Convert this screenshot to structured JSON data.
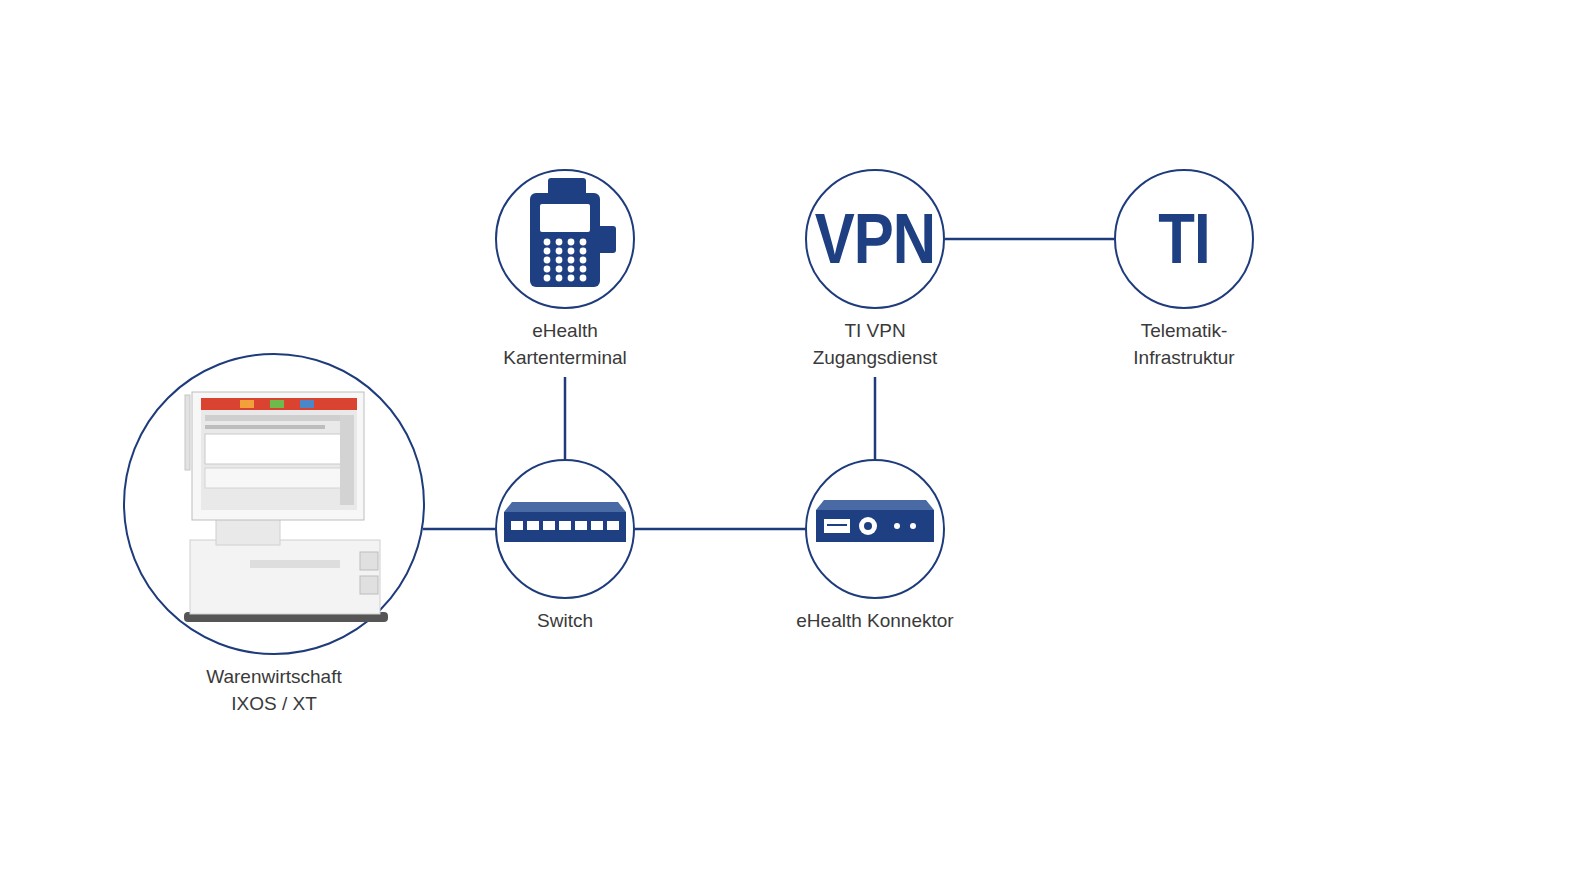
{
  "diagram": {
    "nodes": [
      {
        "text": [
          "eHealth Kartenterminal"
        ]
      },
      {
        "text": [
          "VPN",
          "TI VPN Zugangsdienst"
        ]
      },
      {
        "text": [
          "TI",
          "Telematik- Infrastruktur"
        ]
      },
      {
        "text": [
          "Warenwirtschaft IXOS / XT"
        ]
      },
      {
        "text": [
          "Switch"
        ]
      },
      {
        "text": [
          "eHealth Konnektor"
        ]
      }
    ],
    "edges": [
      {
        "from": 1,
        "to": 2,
        "arrow": "none"
      },
      {
        "from": 0,
        "to": 4,
        "arrow": "none"
      },
      {
        "from": 1,
        "to": 5,
        "arrow": "none"
      },
      {
        "from": 3,
        "to": 4,
        "arrow": "none"
      },
      {
        "from": 4,
        "to": 5,
        "arrow": "none"
      }
    ]
  }
}
